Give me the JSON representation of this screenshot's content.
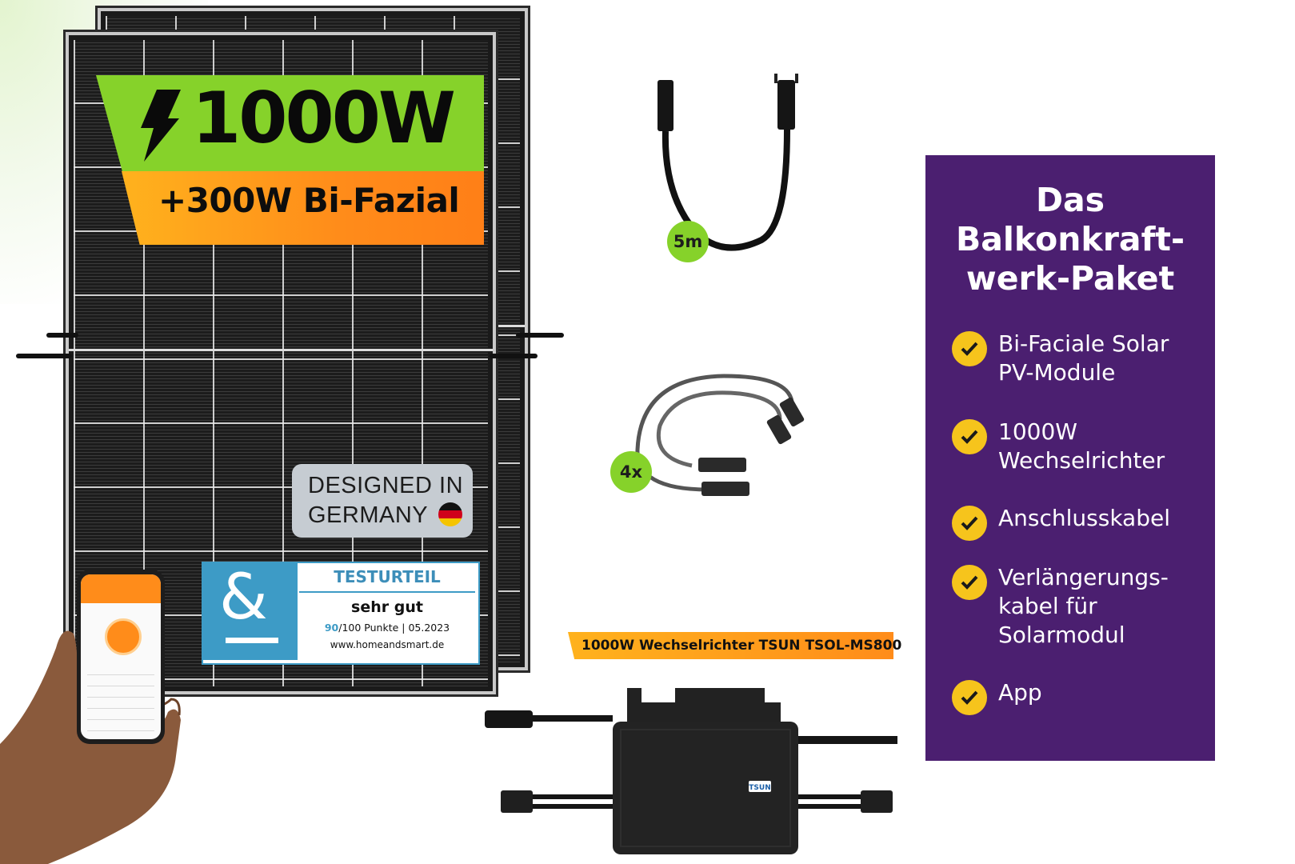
{
  "banner": {
    "power": "1000W",
    "bifacial": "+300W Bi-Fazial"
  },
  "designed_badge": {
    "line1": "DESIGNED IN",
    "line2": "GERMANY"
  },
  "test_seal": {
    "logo_symbol": "&",
    "title": "TESTURTEIL",
    "rating": "sehr gut",
    "score": "90",
    "points_suffix": "/100 Punkte | 05.2023",
    "url": "www.homeandsmart.de"
  },
  "accessories": {
    "cable_length": "5m",
    "cable_count": "4x"
  },
  "inverter": {
    "label": "1000W Wechselrichter TSUN TSOL-MS800",
    "brand": "TSUN"
  },
  "package": {
    "title_lines": [
      "Das",
      "Balkonkraft-",
      "werk-Paket"
    ],
    "items": [
      {
        "lines": [
          "Bi-Faciale Solar",
          "PV-Module"
        ]
      },
      {
        "lines": [
          "1000W",
          "Wechselrichter"
        ]
      },
      {
        "lines": [
          "Anschlusskabel"
        ]
      },
      {
        "lines": [
          "Verlängerungs-",
          "kabel für",
          "Solarmodul"
        ]
      },
      {
        "lines": [
          "App"
        ]
      }
    ]
  },
  "colors": {
    "green": "#86d22a",
    "orange": "#ff8c1a",
    "purple": "#4b1f70",
    "check_yellow": "#f6c41c",
    "seal_blue": "#3d9bc6"
  },
  "icons": [
    "lightning-bolt-icon",
    "germany-flag-icon",
    "checkmark-icon"
  ]
}
